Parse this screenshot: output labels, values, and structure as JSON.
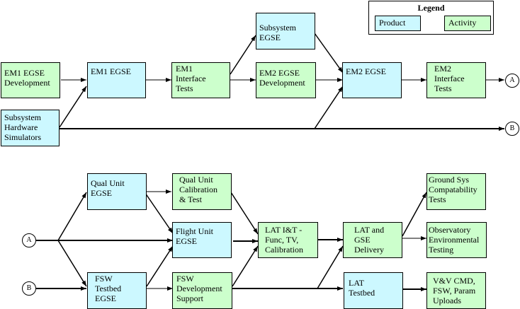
{
  "legend": {
    "title": "Legend",
    "product_label": "Product",
    "activity_label": "Activity",
    "colors": {
      "product": "#ccf8ff",
      "activity": "#ccffcc"
    }
  },
  "nodes": {
    "em1_egse_dev": {
      "type": "activity",
      "lines": [
        "EM1 EGSE",
        "Development"
      ]
    },
    "subsystem_hw_sim": {
      "type": "product",
      "lines": [
        "Subsystem",
        "Hardware",
        "Simulators"
      ]
    },
    "em1_egse": {
      "type": "product",
      "lines": [
        "EM1 EGSE"
      ]
    },
    "em1_interface_tests": {
      "type": "activity",
      "lines": [
        "EM1",
        "Interface",
        "Tests"
      ]
    },
    "subsystem_egse": {
      "type": "product",
      "lines": [
        "Subsystem",
        "EGSE"
      ]
    },
    "em2_egse_dev": {
      "type": "activity",
      "lines": [
        "EM2 EGSE",
        "Development"
      ]
    },
    "em2_egse": {
      "type": "product",
      "lines": [
        "EM2 EGSE"
      ]
    },
    "em2_interface_tests": {
      "type": "activity",
      "lines": [
        "EM2",
        "Interface",
        "Tests"
      ]
    },
    "qual_unit_egse": {
      "type": "product",
      "lines": [
        "Qual Unit",
        "EGSE"
      ]
    },
    "qual_unit_cal_test": {
      "type": "activity",
      "lines": [
        "Qual Unit",
        "Calibration",
        "& Test"
      ]
    },
    "flight_unit_egse": {
      "type": "product",
      "lines": [
        "Flight Unit",
        "EGSE"
      ]
    },
    "fsw_testbed_egse": {
      "type": "product",
      "lines": [
        "FSW",
        "Testbed",
        "EGSE"
      ]
    },
    "fsw_dev_support": {
      "type": "activity",
      "lines": [
        "FSW",
        "Development",
        "Support"
      ]
    },
    "lat_it": {
      "type": "activity",
      "lines": [
        "LAT I&T -",
        "Func, TV,",
        "Calibration"
      ]
    },
    "lat_gse_delivery": {
      "type": "activity",
      "lines": [
        "LAT and",
        "GSE",
        "Delivery"
      ]
    },
    "lat_testbed": {
      "type": "product",
      "lines": [
        "LAT",
        "Testbed"
      ]
    },
    "ground_sys_tests": {
      "type": "activity",
      "lines": [
        "Ground Sys",
        "Compatability",
        "Tests"
      ]
    },
    "observatory_env_testing": {
      "type": "activity",
      "lines": [
        "Observatory",
        "Environmental",
        "Testing"
      ]
    },
    "vv_uploads": {
      "type": "activity",
      "lines": [
        "V&V CMD,",
        "FSW, Param",
        "Uploads"
      ]
    }
  },
  "connectors": {
    "a_out": "A",
    "b_out": "B",
    "a_in": "A",
    "b_in": "B"
  },
  "edges": [
    [
      "em1_egse_dev",
      "em1_egse"
    ],
    [
      "subsystem_hw_sim",
      "em1_egse"
    ],
    [
      "subsystem_hw_sim",
      "em2_egse"
    ],
    [
      "subsystem_hw_sim",
      "connector_b"
    ],
    [
      "em1_egse",
      "em1_interface_tests"
    ],
    [
      "em1_interface_tests",
      "subsystem_egse"
    ],
    [
      "em1_interface_tests",
      "em2_egse_dev"
    ],
    [
      "subsystem_egse",
      "em2_egse"
    ],
    [
      "em2_egse_dev",
      "em2_egse"
    ],
    [
      "em2_egse",
      "em2_interface_tests"
    ],
    [
      "em2_interface_tests",
      "connector_a"
    ],
    [
      "connector_a",
      "qual_unit_egse"
    ],
    [
      "connector_a",
      "flight_unit_egse"
    ],
    [
      "connector_a",
      "fsw_testbed_egse"
    ],
    [
      "connector_b",
      "fsw_testbed_egse"
    ],
    [
      "qual_unit_egse",
      "qual_unit_cal_test"
    ],
    [
      "qual_unit_egse",
      "flight_unit_egse"
    ],
    [
      "fsw_testbed_egse",
      "flight_unit_egse"
    ],
    [
      "fsw_testbed_egse",
      "fsw_dev_support"
    ],
    [
      "qual_unit_cal_test",
      "lat_it"
    ],
    [
      "flight_unit_egse",
      "lat_it"
    ],
    [
      "fsw_dev_support",
      "lat_it"
    ],
    [
      "fsw_dev_support",
      "lat_gse_delivery"
    ],
    [
      "fsw_dev_support",
      "lat_testbed"
    ],
    [
      "lat_it",
      "lat_gse_delivery"
    ],
    [
      "lat_gse_delivery",
      "ground_sys_tests"
    ],
    [
      "lat_gse_delivery",
      "observatory_env_testing"
    ],
    [
      "lat_testbed",
      "vv_uploads"
    ]
  ]
}
